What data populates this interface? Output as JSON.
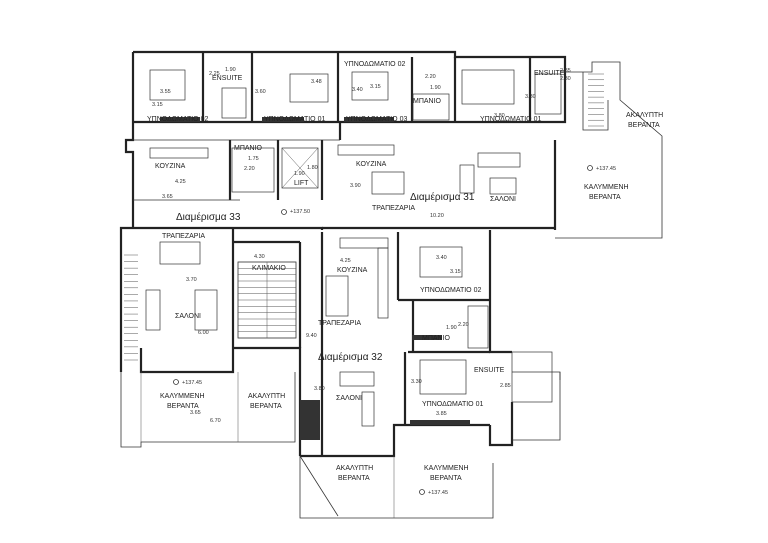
{
  "rooms": {
    "ypnod_02_a": "ΥΠΝΟΔΩΜΑΤΙΟ 02",
    "ypnod_01_a": "ΥΠΝΟΔΩΜΑΤΙΟ 01",
    "ypnod_02_b": "ΥΠΝΟΔΩΜΑΤΙΟ 02",
    "ypnod_03_b": "ΥΠΝΟΔΩΜΑΤΙΟ 03",
    "ypnod_01_b": "ΥΠΝΟΔΩΜΑΤΙΟ 01",
    "ensuite_a": "ENSUITE",
    "ensuite_b": "ENSUITE",
    "ensuite_c": "ENSUITE",
    "mpanio_a": "ΜΠΑΝΙΟ",
    "mpanio_b": "ΜΠΑΝΙΟ",
    "mpanio_c": "ΜΠΑΝΙΟ",
    "kouzina_33": "ΚΟΥΖΙΝΑ",
    "kouzina_31": "ΚΟΥΖΙΝΑ",
    "kouzina_32": "ΚΟΥΖΙΝΑ",
    "lift": "LIFT",
    "trapezaria_31": "ΤΡΑΠΕΖΑΡΙΑ",
    "saloni_31": "ΣΑΛΟΝΙ",
    "trapezaria_33": "ΤΡΑΠΕΖΑΡΙΑ",
    "saloni_33": "ΣΑΛΟΝΙ",
    "klimakio": "ΚΛΙΜΑΚΙΟ",
    "trapezaria_32": "ΤΡΑΠΕΖΑΡΙΑ",
    "saloni_32": "ΣΑΛΟΝΙ",
    "ypnod_02_c": "ΥΠΝΟΔΩΜΑΤΙΟ 02",
    "ypnod_01_c": "ΥΠΝΟΔΩΜΑΤΙΟ 01",
    "akalypti_1": "ΑΚΑΛΥΠΤΗ",
    "veranta_1": "ΒΕΡΑΝΤΑ",
    "kalymmeni_1": "ΚΑΛΥΜΜΕΝΗ",
    "veranta_2": "ΒΕΡΑΝΤΑ",
    "kalymmeni_2": "ΚΑΛΥΜΜΕΝΗ",
    "veranta_3": "ΒΕΡΑΝΤΑ",
    "akalypti_2": "ΑΚΑΛΥΠΤΗ",
    "veranta_4": "ΒΕΡΑΝΤΑ",
    "akalypti_3": "ΑΚΑΛΥΠΤΗ",
    "veranta_5": "ΒΕΡΑΝΤΑ",
    "kalymmeni_3": "ΚΑΛΥΜΜΕΝΗ",
    "veranta_6": "ΒΕΡΑΝΤΑ"
  },
  "apartments": {
    "apt33": "Διαμέρισμα 33",
    "apt31": "Διαμέρισμα 31",
    "apt32": "Διαμέρισμα 32"
  },
  "levels": {
    "l1": "+137.45",
    "l2": "+137.50",
    "l3": "+137.45",
    "l4": "+137.45"
  },
  "dimensions": {
    "d1": "1.90",
    "d2": "2.25",
    "d3": "3.55",
    "d4": "3.15",
    "d5": "3.60",
    "d6": "3.48",
    "d7": "3.15",
    "d8": "3.40",
    "d9": "2.20",
    "d10": "1.90",
    "d11": "3.30",
    "d12": "3.80",
    "d13": "2.85",
    "d14": "2.30",
    "d15": "1.75",
    "d16": "2.20",
    "d17": "1.90",
    "d18": "1.80",
    "d19": "4.25",
    "d20": "3.65",
    "d21": "3.90",
    "d22": "10.20",
    "d23": "3.40",
    "d24": "3.15",
    "d25": "4.25",
    "d26": "3.70",
    "d27": "6.00",
    "d28": "2.20",
    "d29": "1.90",
    "d30": "9.40",
    "d31": "3.30",
    "d32": "3.80",
    "d33": "3.85",
    "d34": "2.85",
    "d35": "3.65",
    "d36": "6.70",
    "d37": "4.30"
  },
  "colors": {
    "wall": "#222222",
    "line": "#333333"
  }
}
